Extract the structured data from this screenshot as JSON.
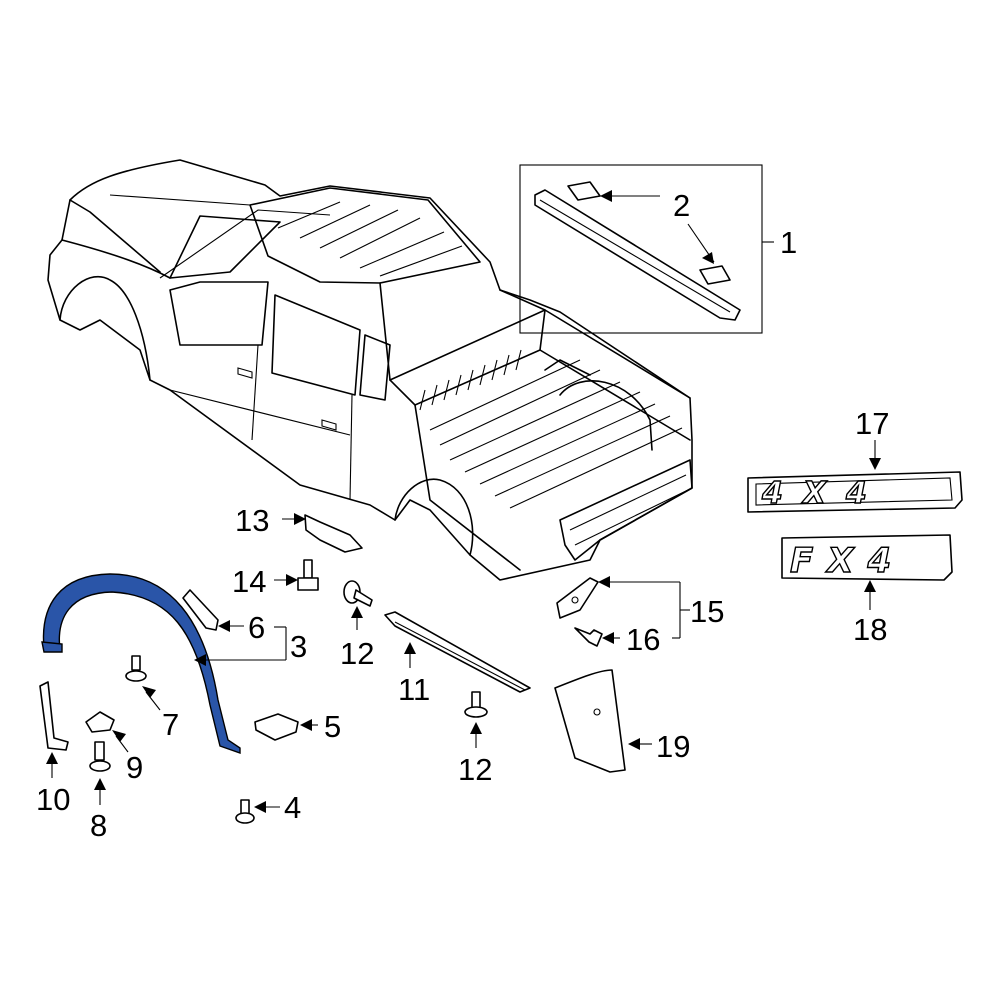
{
  "diagram": {
    "accent_color": "#2a55a8",
    "callouts": {
      "c1": "1",
      "c2": "2",
      "c3": "3",
      "c4": "4",
      "c5": "5",
      "c6": "6",
      "c7": "7",
      "c8": "8",
      "c9": "9",
      "c10": "10",
      "c11": "11",
      "c12a": "12",
      "c12b": "12",
      "c13": "13",
      "c14": "14",
      "c15": "15",
      "c16": "16",
      "c17": "17",
      "c18": "18",
      "c19": "19"
    },
    "icons": {
      "truck": "pickup-truck-outline",
      "highlighted_part": "wheel-opening-molding"
    }
  }
}
